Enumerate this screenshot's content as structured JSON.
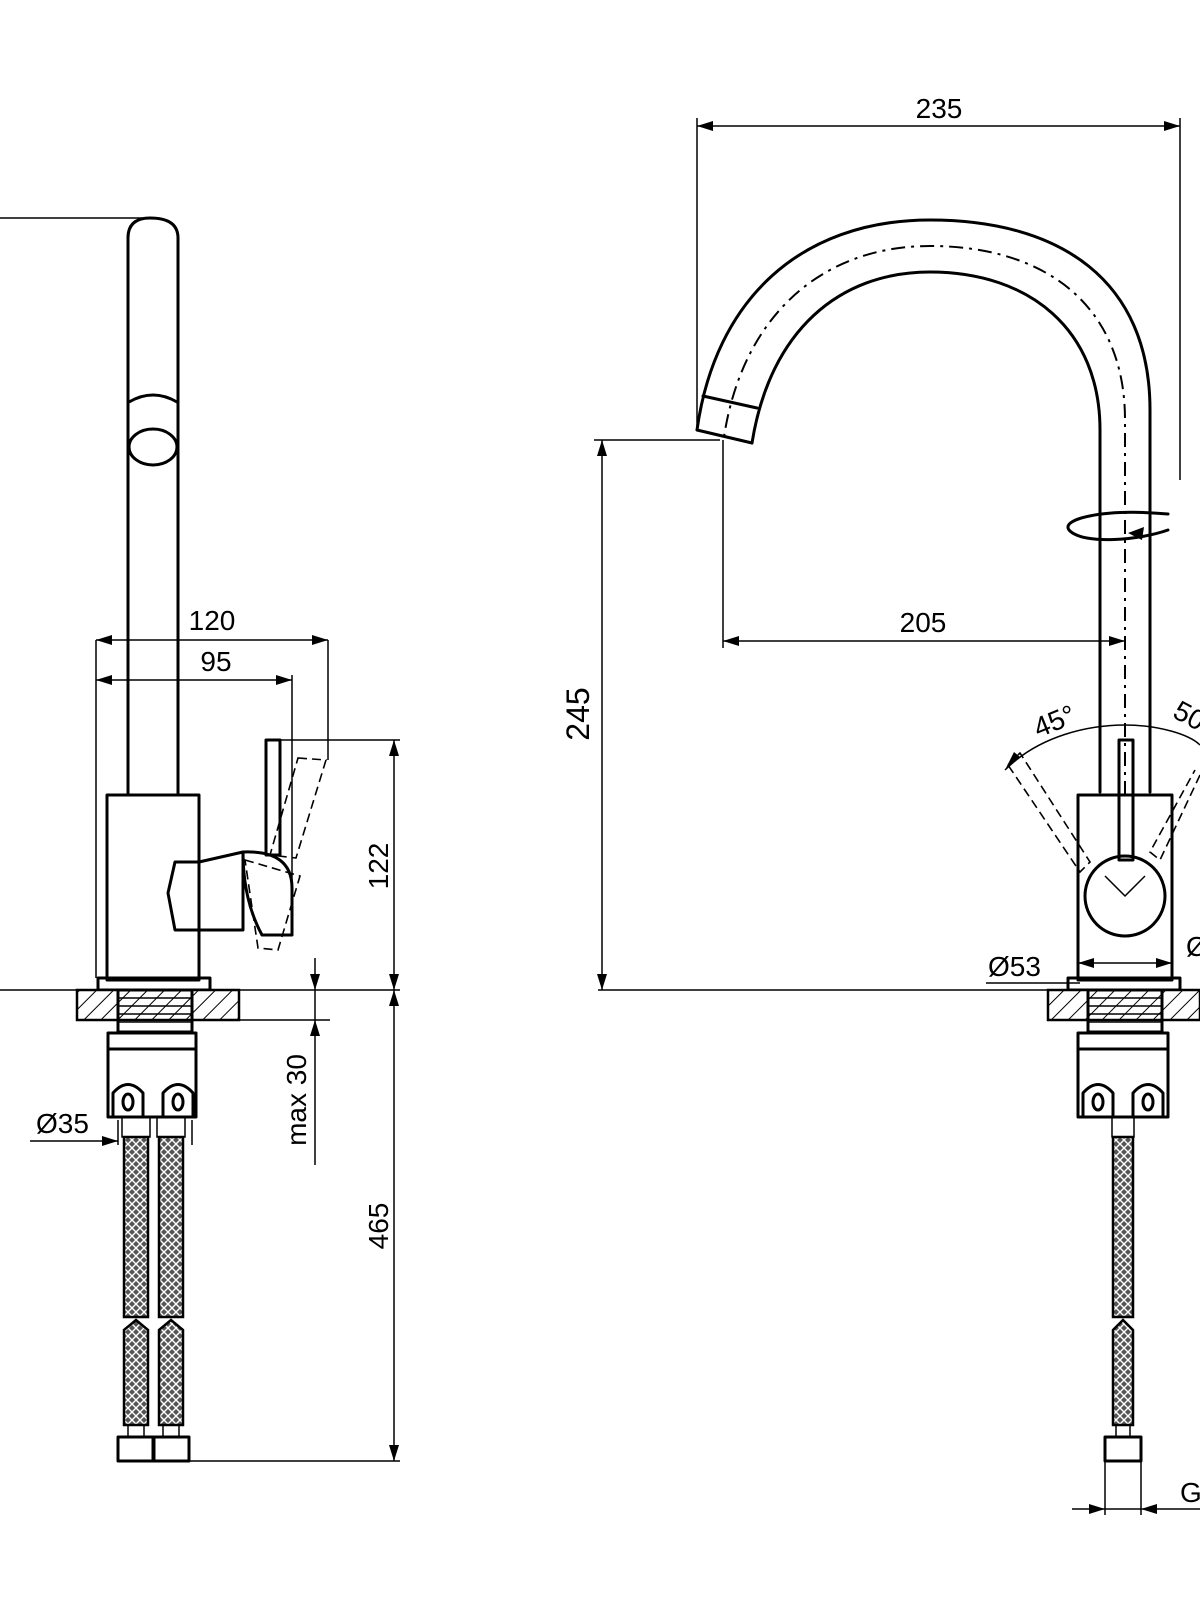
{
  "dimensions": {
    "side_total_depth": "120",
    "side_lever_depth": "95",
    "side_body_height": "122",
    "side_max_counter": "max 30",
    "side_hose_length": "465",
    "side_hole_dia": "Ø35",
    "front_reach_outer": "235",
    "front_reach_spout": "205",
    "front_outlet_height": "245",
    "front_lever_angle_left": "45°",
    "front_lever_angle_right": "50",
    "front_base_dia": "Ø53",
    "front_base_dia_right": "Ø",
    "front_thread": "G"
  }
}
